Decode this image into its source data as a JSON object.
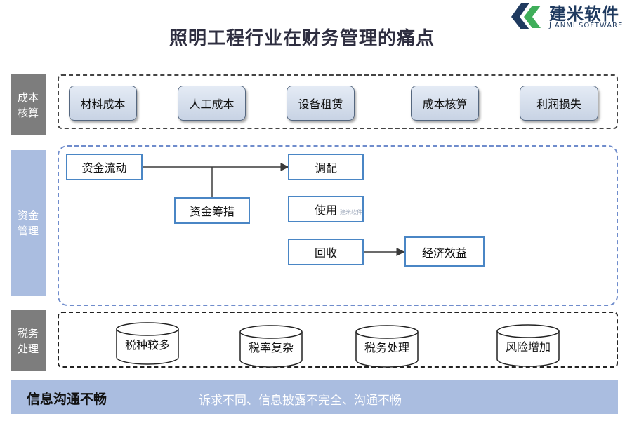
{
  "logo": {
    "name": "建米软件",
    "subtitle": "JIANMI SOFTWARE",
    "colors": {
      "primary": "#1f3a5f",
      "accent": "#3fae5a"
    }
  },
  "title": "照明工程行业在财务管理的痛点",
  "sections": {
    "cost": {
      "label": "成本核算",
      "items": [
        "材料成本",
        "人工成本",
        "设备租赁",
        "成本核算",
        "利润损失"
      ]
    },
    "fund": {
      "label": "资金管理",
      "nodes": {
        "flow": "资金流动",
        "raise": "资金筹措",
        "allocate": "调配",
        "use": "使用",
        "recover": "回收",
        "benefit": "经济效益"
      },
      "watermark": "建米软件"
    },
    "tax": {
      "label": "税务处理",
      "items": [
        "税种较多",
        "税率复杂",
        "税务处理",
        "风险增加"
      ]
    }
  },
  "bottom": {
    "title": "信息沟通不畅",
    "text": "诉求不同、信息披露不完全、沟通不畅"
  },
  "colors": {
    "gray_label": "#7d7d7d",
    "blue_label": "#aabde0",
    "fund_border": "#4a86c5",
    "frame_blue": "#6f8ccc"
  }
}
